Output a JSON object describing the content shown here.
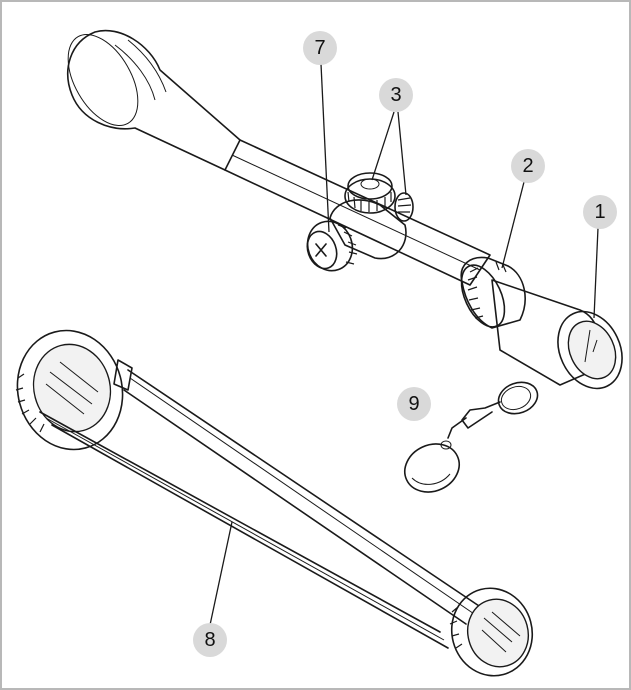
{
  "callouts": {
    "c1": "1",
    "c2": "2",
    "c3": "3",
    "c7": "7",
    "c8": "8",
    "c9": "9"
  },
  "colors": {
    "callout_fill": "#d9d9d9",
    "frame_border": "#b8b8b8",
    "ink": "#1a1a1a"
  }
}
